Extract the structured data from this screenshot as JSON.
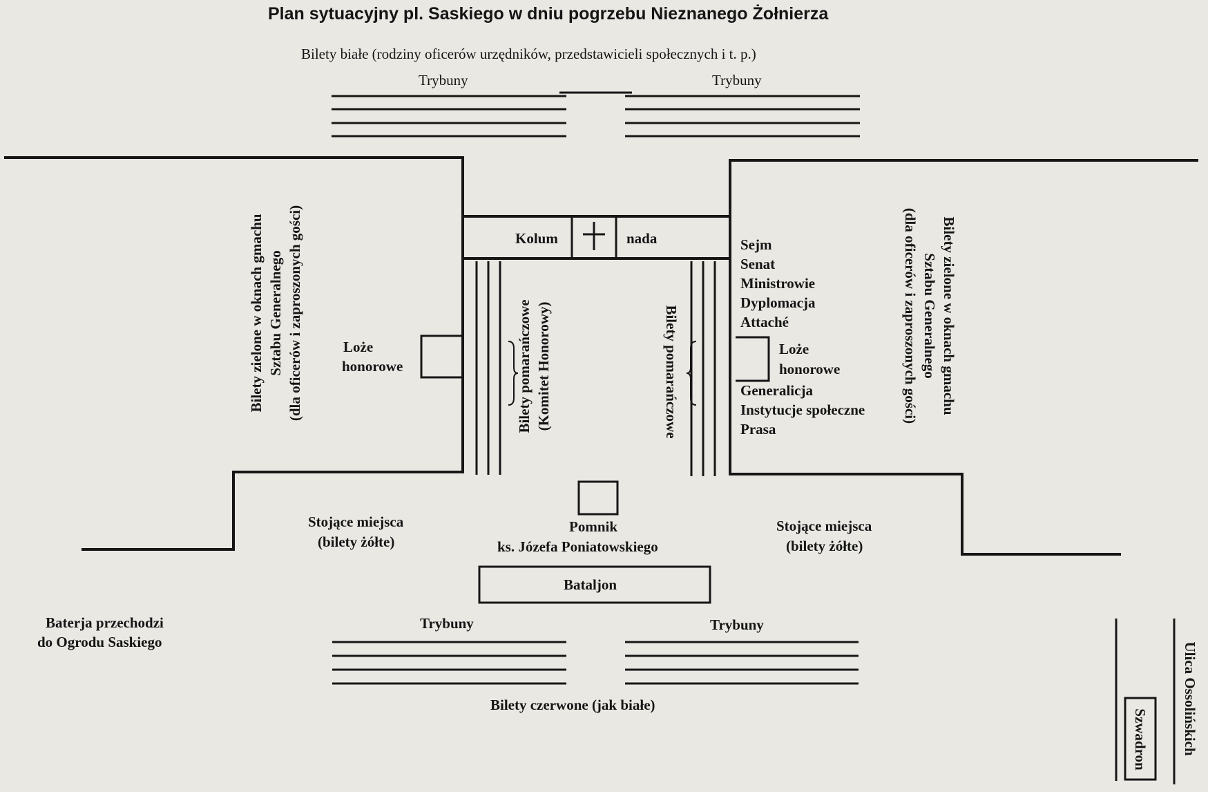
{
  "title": "Plan sytuacyjny pl. Saskiego w dniu pogrzebu Nieznanego Żołnierza",
  "top_tickets": "Bilety białe (rodziny oficerów urzędników, przedstawicieli społecznych i t. p.)",
  "stands_top_left": "Trybuny",
  "stands_top_right": "Trybuny",
  "stands_bottom_left": "Trybuny",
  "stands_bottom_right": "Trybuny",
  "colonnade": {
    "left": "Kolum",
    "right": "nada"
  },
  "left_green": {
    "line1": "Bilety zielone w oknach gmachu",
    "line2": "Sztabu Generalnego",
    "line3": "(dla oficerów i zaproszonych gości)"
  },
  "right_green": {
    "line1": "Bilety zielone w oknach gmachu",
    "line2": "Sztabu Generalnego",
    "line3": "(dla oficerów i zaproszonych gości)"
  },
  "orange_left": {
    "line1": "Bilety pomarańczowe",
    "line2": "(Komitet Honorowy)"
  },
  "orange_right": "Bilety pomarańczowe",
  "loge_left": {
    "line1": "Loże",
    "line2": "honorowe"
  },
  "loge_right": {
    "line1": "Loże",
    "line2": "honorowe"
  },
  "officials_top": [
    "Sejm",
    "Senat",
    "Ministrowie",
    "Dyplomacja",
    "Attaché"
  ],
  "officials_bottom": [
    "Generalicja",
    "Instytucje społeczne",
    "Prasa"
  ],
  "standing_left": {
    "line1": "Stojące miejsca",
    "line2": "(bilety żółte)"
  },
  "standing_right": {
    "line1": "Stojące miejsca",
    "line2": "(bilety żółte)"
  },
  "monument": {
    "line1": "Pomnik",
    "line2": "ks. Józefa Poniatowskiego"
  },
  "battalion": "Bataljon",
  "battery": {
    "line1": "Baterja przechodzi",
    "line2": "do Ogrodu Saskiego"
  },
  "red_tickets": "Bilety czerwone (jak białe)",
  "street": "Ulica Ossolińskich",
  "squadron": "Szwadron"
}
